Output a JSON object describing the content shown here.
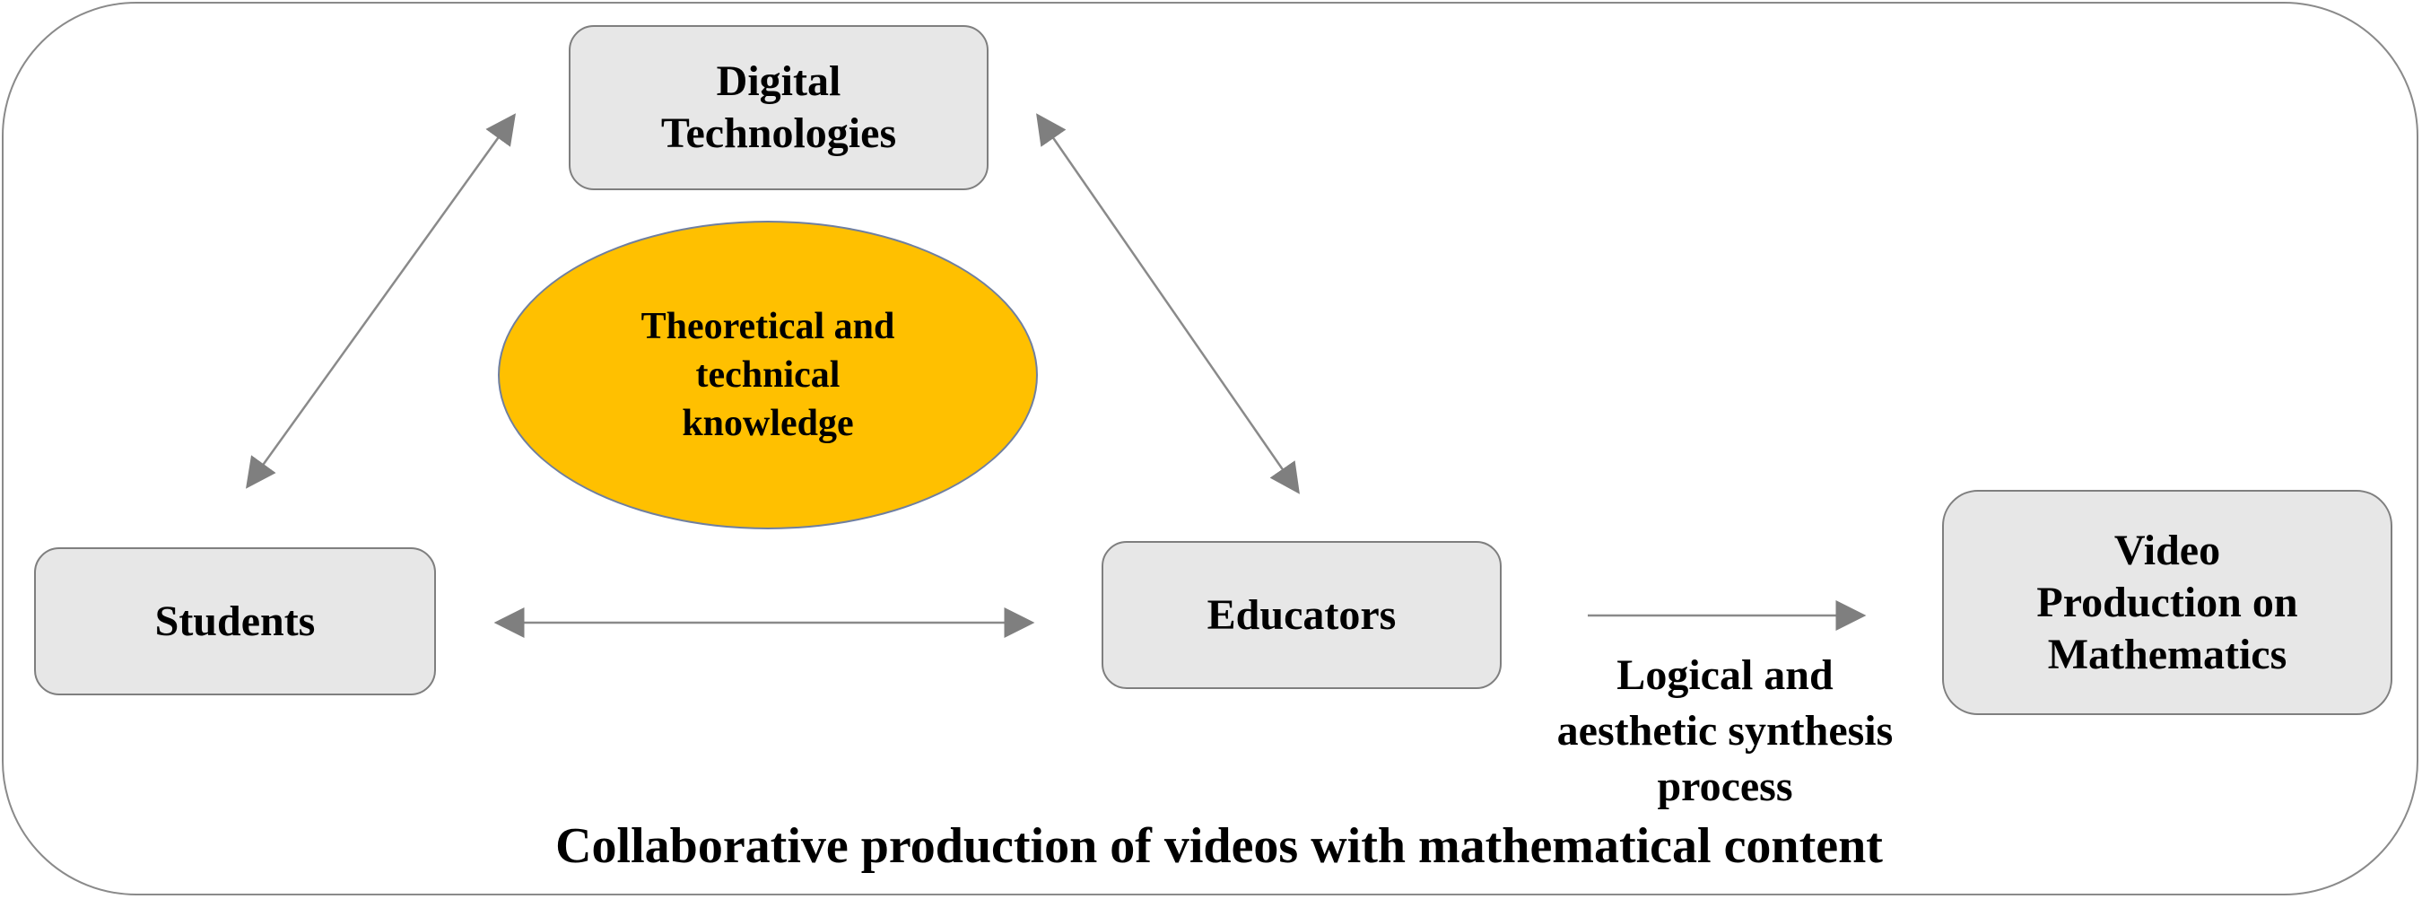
{
  "nodes": {
    "digital_technologies": [
      "Digital",
      "Technologies"
    ],
    "students": [
      "Students"
    ],
    "educators": [
      "Educators"
    ],
    "video_production": [
      "Video",
      "Production on",
      "Mathematics"
    ],
    "knowledge": [
      "Theoretical and",
      "technical",
      "knowledge"
    ]
  },
  "edge_label": [
    "Logical and",
    "aesthetic synthesis",
    "process"
  ],
  "caption": "Collaborative production of videos with mathematical content",
  "colors": {
    "box_fill": "#e7e7e7",
    "ellipse_fill": "#ffc000",
    "arrow": "#7f7f7f"
  }
}
